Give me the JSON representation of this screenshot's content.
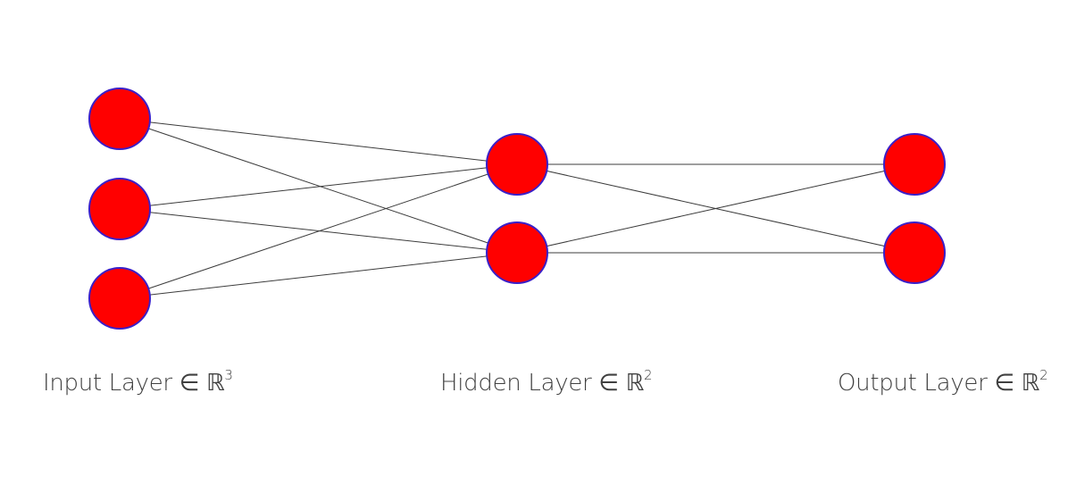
{
  "layers": [
    {
      "id": "input",
      "name": "Input Layer",
      "symbol": "∈ ℝ",
      "dimension": "3",
      "nodes": 3
    },
    {
      "id": "hidden",
      "name": "Hidden Layer",
      "symbol": "∈ ℝ",
      "dimension": "2",
      "nodes": 2
    },
    {
      "id": "output",
      "name": "Output Layer",
      "symbol": "∈ ℝ",
      "dimension": "2",
      "nodes": 2
    }
  ],
  "connections": "fully-connected",
  "colors": {
    "node_fill": "#ff0000",
    "node_stroke": "#3a1fc8",
    "edge": "#3c3c3c",
    "label": "#404040"
  }
}
